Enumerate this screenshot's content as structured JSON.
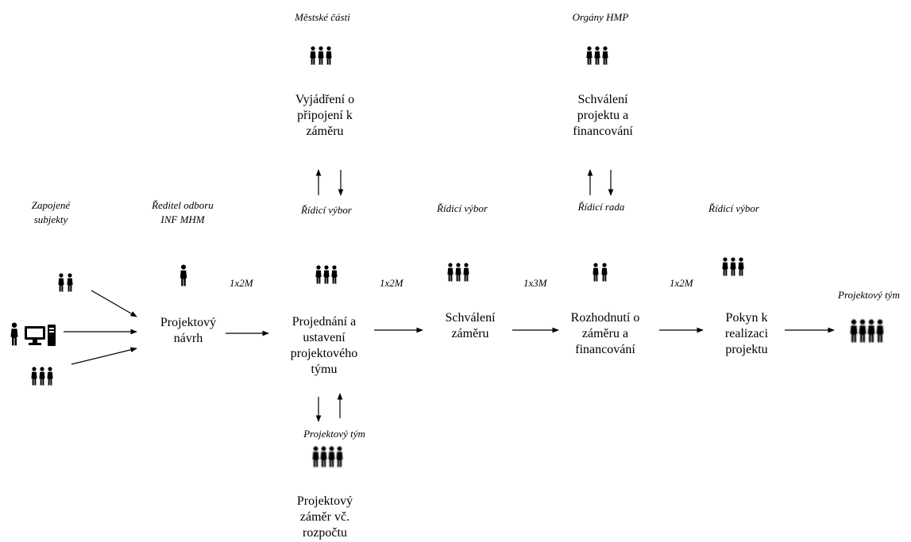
{
  "top": {
    "mestske_casti": "Městské části",
    "organy_hmp": "Orgány HMP"
  },
  "boxes": {
    "vyjadreni": [
      "Vyjádření o",
      "připojení k",
      "záměru"
    ],
    "schvaleni_projektu": [
      "Schválení",
      "projektu a",
      "financování"
    ],
    "projektovy_navrh": [
      "Projektový",
      "návrh"
    ],
    "projednani": [
      "Projednání a",
      "ustavení",
      "projektového",
      "týmu"
    ],
    "schvaleni_zameru": [
      "Schválení",
      "záměru"
    ],
    "rozhodnuti": [
      "Rozhodnutí o",
      "záměru a",
      "financování"
    ],
    "pokyn": [
      "Pokyn k",
      "realizaci",
      "projektu"
    ],
    "projektovy_zamer": [
      "Projektový",
      "záměr vč.",
      "rozpočtu"
    ]
  },
  "actors": {
    "zapojene": [
      "Zapojené",
      "subjekty"
    ],
    "reditel": [
      "Ředitel odboru",
      "INF MHM"
    ],
    "ridici_vybor_1": "Řídicí výbor",
    "ridici_vybor_2": "Řídicí výbor",
    "ridici_rada": "Řídicí rada",
    "ridici_vybor_3": "Řídicí výbor",
    "projektovy_tym_right": "Projektový tým",
    "projektovy_tym_bottom": "Projektový tým"
  },
  "frequencies": {
    "f1": "1x2M",
    "f2": "1x2M",
    "f3": "1x3M",
    "f4": "1x2M"
  },
  "icons": [
    "person-icon",
    "two-people-icon",
    "three-people-icon",
    "four-people-icon",
    "computer-icon"
  ]
}
